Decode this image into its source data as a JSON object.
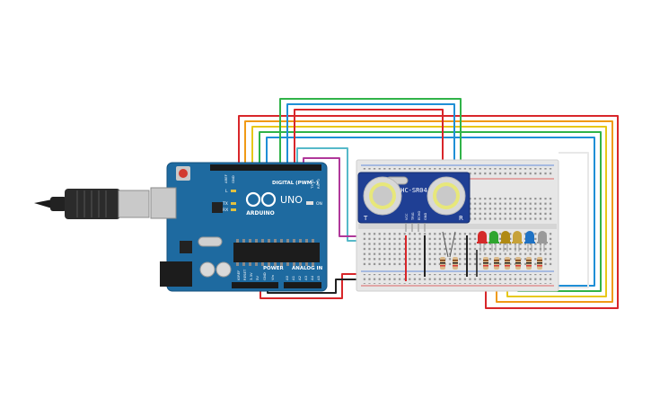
{
  "arduino": {
    "brand": "ARDUINO",
    "model": "UNO",
    "header_digital": "DIGITAL (PWM~)",
    "header_power": "POWER",
    "header_analog": "ANALOG IN",
    "label_aref": "AREF",
    "label_gnd": "GND",
    "label_l": "L",
    "label_tx": "TX",
    "label_rx": "RX",
    "label_on": "ON",
    "label_ioref": "IOREF",
    "label_reset": "RESET",
    "label_3v3": "3.3V",
    "label_5v": "5V",
    "label_gnd2": "GND",
    "label_vin": "Vin",
    "label_a0": "A0",
    "label_a1": "A1",
    "label_a2": "A2",
    "label_a3": "A3",
    "label_a4": "A4",
    "label_a5": "A5",
    "label_tx0": "TX→1",
    "label_rx0": "RX←0"
  },
  "sensor": {
    "name": "HC-SR04",
    "pin_vcc": "VCC",
    "pin_trig": "TRIG",
    "pin_echo": "ECHO",
    "pin_gnd": "GND",
    "left_mark": "T",
    "right_mark": "R"
  },
  "leds": [
    {
      "color": "#d42a2a"
    },
    {
      "color": "#2fa52f"
    },
    {
      "color": "#b08a14"
    },
    {
      "color": "#c7a23a"
    },
    {
      "color": "#1f72c4"
    },
    {
      "color": "#9a9a9a"
    }
  ],
  "wires": {
    "red": "#d8262a",
    "orange": "#f09a16",
    "yellow": "#e7c818",
    "green": "#31b349",
    "blue": "#1f8fd6",
    "cyan": "#56b9c9",
    "magenta": "#b0389a",
    "black": "#222222"
  }
}
